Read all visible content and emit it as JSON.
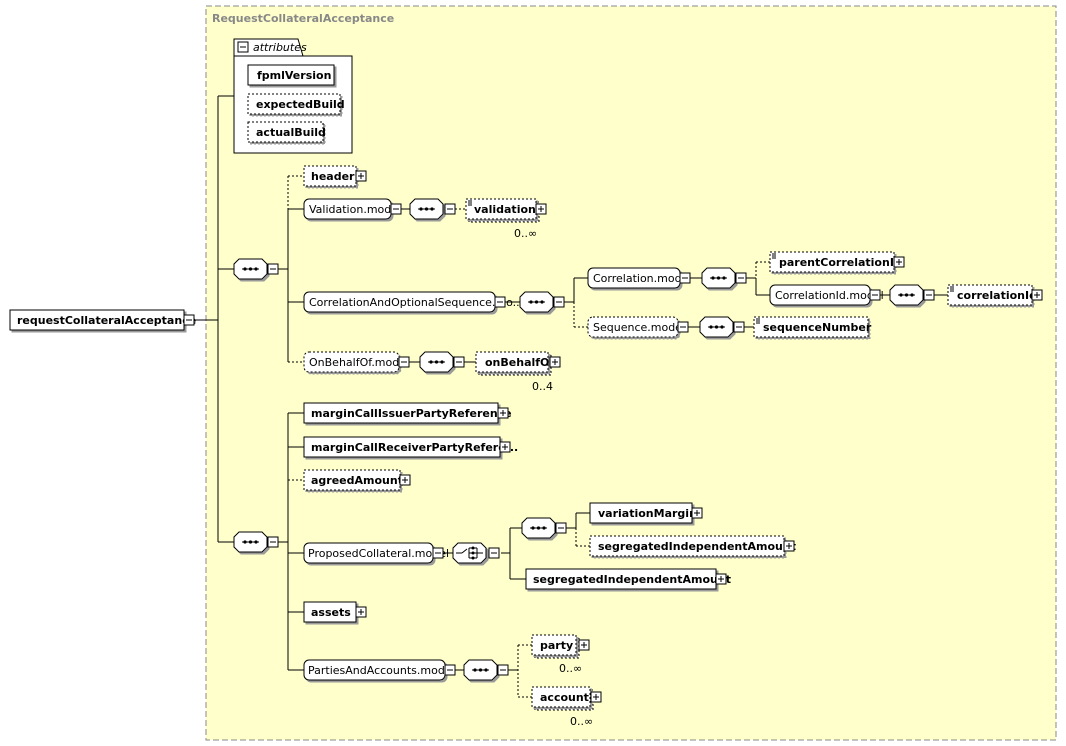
{
  "group": {
    "title": "RequestCollateralAcceptance"
  },
  "root": {
    "label": "requestCollateralAcceptance"
  },
  "attributes": {
    "title": "attributes",
    "items": [
      {
        "label": "fpmlVersion"
      },
      {
        "label": "expectedBuild"
      },
      {
        "label": "actualBuild"
      }
    ]
  },
  "elements": {
    "header": "header",
    "validation_model": "Validation.model",
    "validation": "validation",
    "validation_occ": "0..∞",
    "corr_seq_model": "CorrelationAndOptionalSequence.mo...",
    "correlation_model": "Correlation.model",
    "parent_correlation_id": "parentCorrelationId",
    "correlation_id_model": "CorrelationId.model",
    "correlation_id": "correlationId",
    "sequence_model": "Sequence.model",
    "sequence_number": "sequenceNumber",
    "on_behalf_of_model": "OnBehalfOf.model",
    "on_behalf_of": "onBehalfOf",
    "on_behalf_of_occ": "0..4",
    "issuer_ref": "marginCallIssuerPartyReference",
    "receiver_ref": "marginCallReceiverPartyRefere...",
    "agreed_amount": "agreedAmount",
    "proposed_collateral_model": "ProposedCollateral.model",
    "variation_margin": "variationMargin",
    "segregated_optional": "segregatedIndependentAmount",
    "segregated_required": "segregatedIndependentAmount",
    "assets": "assets",
    "parties_accounts_model": "PartiesAndAccounts.model",
    "party": "party",
    "party_occ": "0..∞",
    "account": "account",
    "account_occ": "0..∞"
  },
  "colors": {
    "group_fill": "#FFFFCC",
    "group_border": "#888888",
    "title_text": "#888888",
    "line": "#000000",
    "box_fill": "#FFFFFF"
  }
}
